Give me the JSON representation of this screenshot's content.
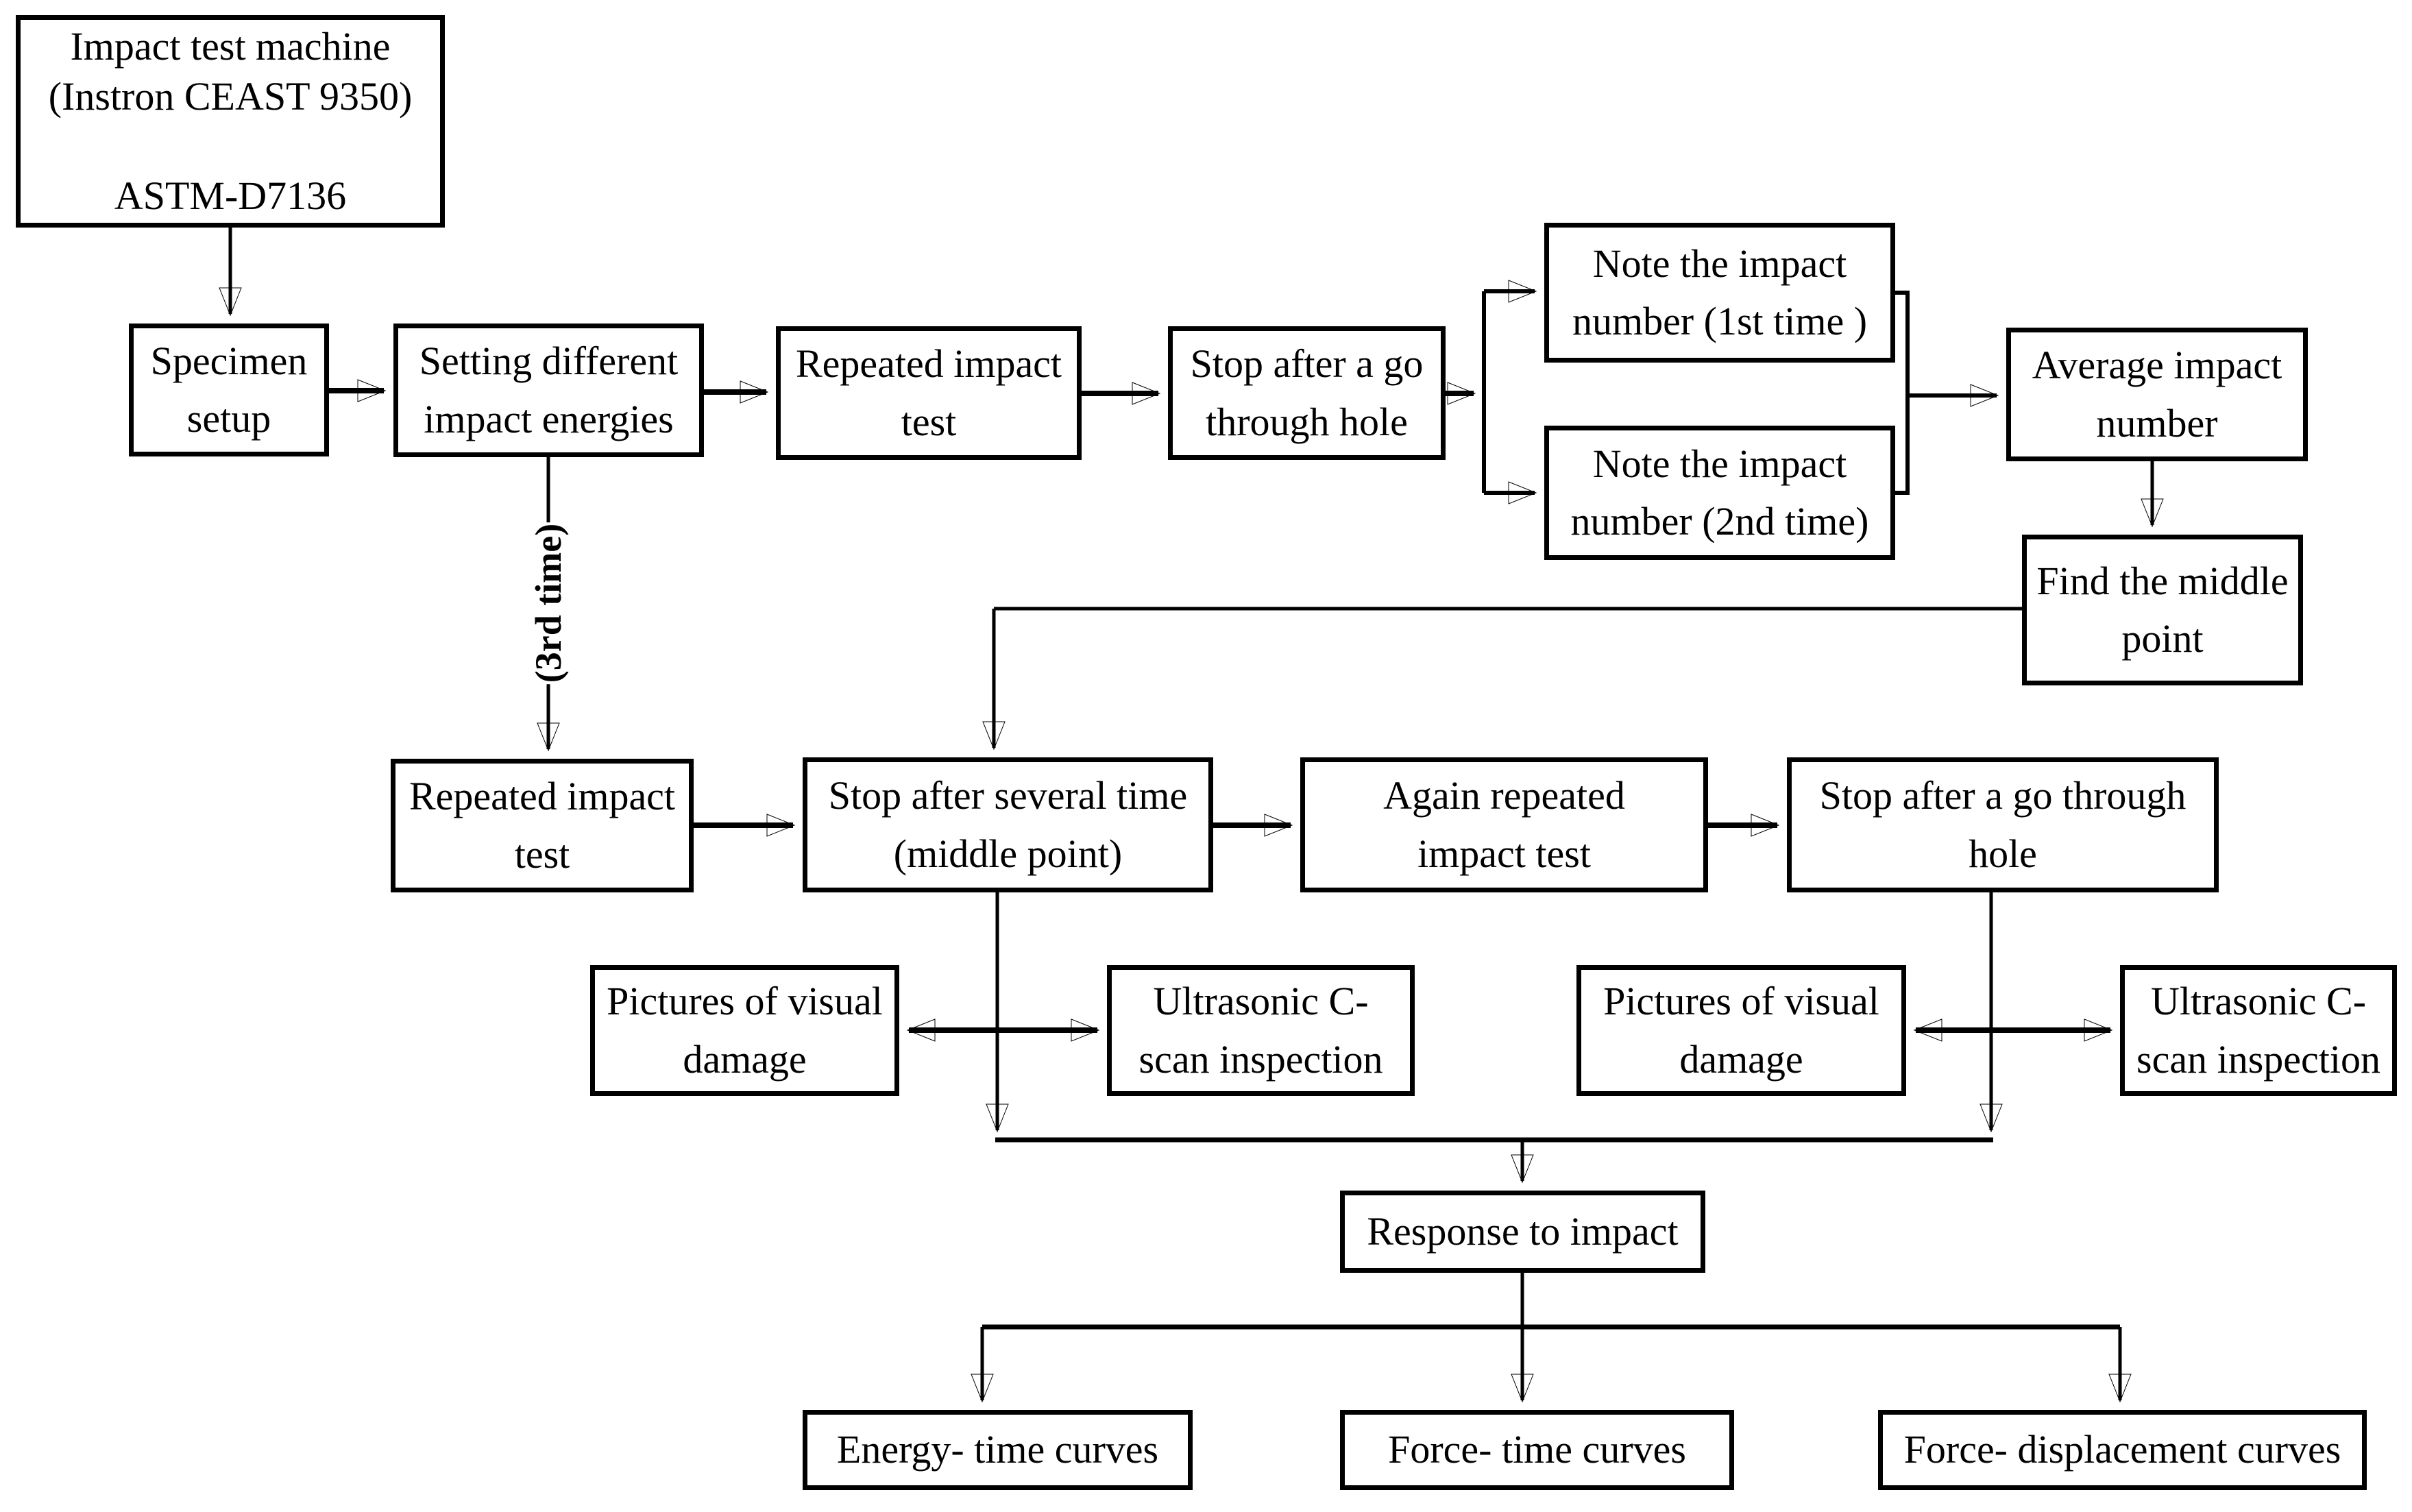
{
  "figure": {
    "background_color": "#ffffff",
    "line_color": "#000000",
    "description": "Flowchart of repeated impact test procedure"
  },
  "nodes": {
    "machine": {
      "label": "Impact test machine\n(Instron CEAST 9350)\n\nASTM-D7136"
    },
    "specimen": {
      "label": "Specimen\nsetup"
    },
    "setting": {
      "label": "Setting different\nimpact energies"
    },
    "repeated1": {
      "label": "Repeated impact\ntest"
    },
    "stop1": {
      "label": "Stop after a go\nthrough hole"
    },
    "note1": {
      "label": "Note the impact\nnumber (1st time )"
    },
    "note2": {
      "label": "Note the impact\nnumber (2nd time)"
    },
    "average": {
      "label": "Average impact\nnumber"
    },
    "find": {
      "label": "Find the middle\npoint"
    },
    "repeated2": {
      "label": "Repeated impact\ntest"
    },
    "stopseveral": {
      "label": "Stop after several time\n(middle point)"
    },
    "again": {
      "label": "Again repeated\nimpact test"
    },
    "stop2": {
      "label": "Stop after a go through\nhole"
    },
    "pictures_left": {
      "label": "Pictures of visual\ndamage"
    },
    "ultrasonic_left": {
      "label": "Ultrasonic C-\nscan inspection"
    },
    "pictures_right": {
      "label": "Pictures of visual\ndamage"
    },
    "ultrasonic_right": {
      "label": "Ultrasonic C-\nscan inspection"
    },
    "response": {
      "label": "Response to impact"
    },
    "energy": {
      "label": "Energy- time curves"
    },
    "forcetime": {
      "label": "Force- time curves"
    },
    "forcedisp": {
      "label": "Force- displacement curves"
    }
  },
  "labels": {
    "third_time": "(3rd time)"
  }
}
